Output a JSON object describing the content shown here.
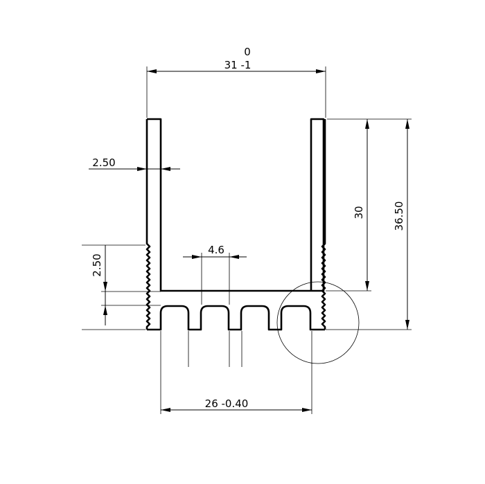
{
  "dimensions": {
    "overall_width_tolerance": "0",
    "overall_width": "31 -1",
    "wall_thickness": "2.50",
    "fin_pitch": "4.6",
    "inner_height": "30",
    "overall_height": "36.50",
    "base_thickness": "2.50",
    "base_width": "26 -0.40"
  }
}
